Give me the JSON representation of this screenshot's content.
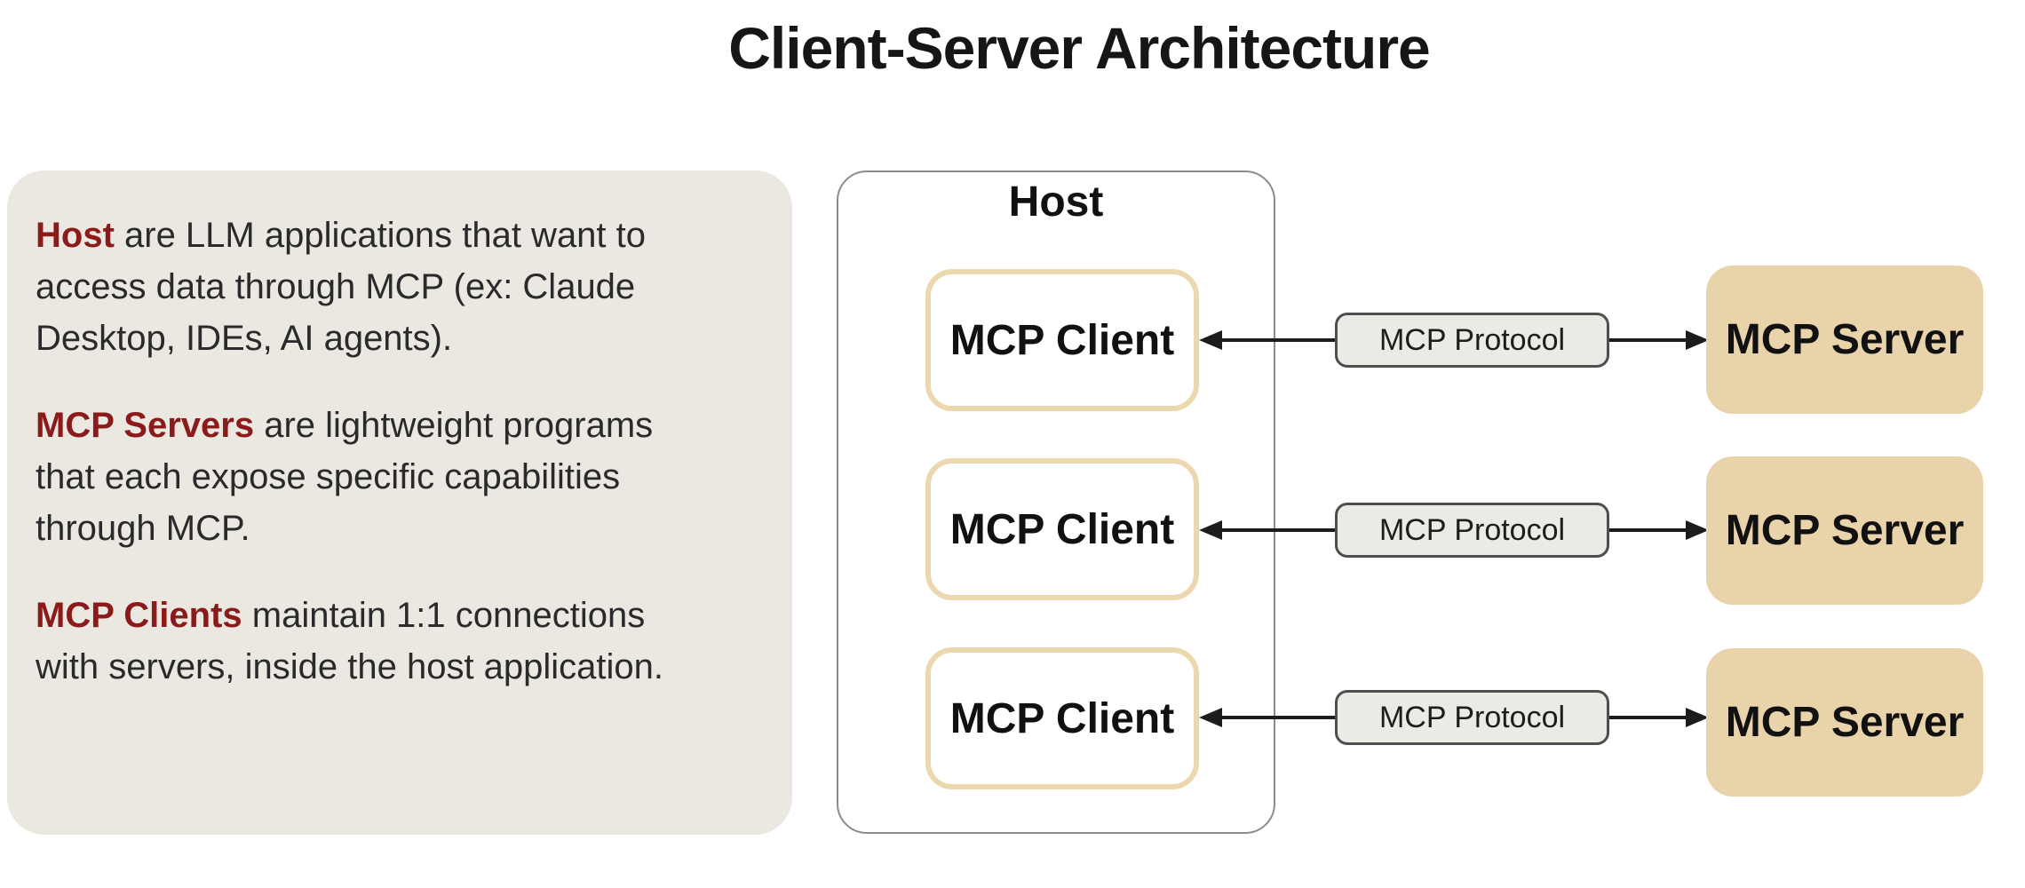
{
  "title": "Client-Server Architecture",
  "colors": {
    "page_background": "#FFFFFF",
    "info_panel_background": "#EAE8E1",
    "accent_maroon": "#8B1B1B",
    "body_text": "#2A2A2A",
    "client_border_tan": "#ECD8AE",
    "server_fill_tan": "#E9D3AB",
    "protocol_fill": "#EBEAE4",
    "protocol_border": "#4E4E4E",
    "host_border": "#8C8C8C",
    "line_black": "#1C1C1C"
  },
  "info_panel": {
    "paragraphs": [
      {
        "lead": "Host",
        "text": " are LLM applications that want to access data through MCP (ex: Claude Desktop, IDEs, AI agents)."
      },
      {
        "lead": "MCP Servers",
        "text": " are lightweight programs that each expose specific capabilities through MCP."
      },
      {
        "lead": "MCP Clients",
        "text": " maintain 1:1 connections with servers, inside the host application."
      }
    ]
  },
  "host": {
    "label": "Host",
    "clients": [
      {
        "label": "MCP Client"
      },
      {
        "label": "MCP Client"
      },
      {
        "label": "MCP Client"
      }
    ]
  },
  "connections": [
    {
      "label": "MCP Protocol"
    },
    {
      "label": "MCP Protocol"
    },
    {
      "label": "MCP Protocol"
    }
  ],
  "servers": [
    {
      "label": "MCP Server"
    },
    {
      "label": "MCP Server"
    },
    {
      "label": "MCP Server"
    }
  ]
}
